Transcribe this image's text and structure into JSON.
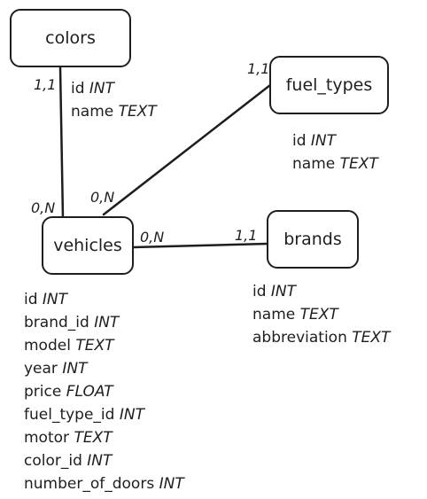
{
  "diagram": {
    "entities": {
      "colors": {
        "label": "colors",
        "attributes": [
          {
            "name": "id",
            "type": "INT"
          },
          {
            "name": "name",
            "type": "TEXT"
          }
        ]
      },
      "fuel_types": {
        "label": "fuel_types",
        "attributes": [
          {
            "name": "id",
            "type": "INT"
          },
          {
            "name": "name",
            "type": "TEXT"
          }
        ]
      },
      "vehicles": {
        "label": "vehicles",
        "attributes": [
          {
            "name": "id",
            "type": "INT"
          },
          {
            "name": "brand_id",
            "type": "INT"
          },
          {
            "name": "model",
            "type": "TEXT"
          },
          {
            "name": "year",
            "type": "INT"
          },
          {
            "name": "price",
            "type": "FLOAT"
          },
          {
            "name": "fuel_type_id",
            "type": "INT"
          },
          {
            "name": "motor",
            "type": "TEXT"
          },
          {
            "name": "color_id",
            "type": "INT"
          },
          {
            "name": "number_of_doors",
            "type": "INT"
          }
        ]
      },
      "brands": {
        "label": "brands",
        "attributes": [
          {
            "name": "id",
            "type": "INT"
          },
          {
            "name": "name",
            "type": "TEXT"
          },
          {
            "name": "abbreviation",
            "type": "TEXT"
          }
        ]
      }
    },
    "relationships": {
      "colors_vehicles": {
        "from": "colors",
        "to": "vehicles",
        "from_card": "1,1",
        "to_card": "0,N"
      },
      "fuel_types_vehicles": {
        "from": "fuel_types",
        "to": "vehicles",
        "from_card": "1,1",
        "to_card": "0,N"
      },
      "brands_vehicles": {
        "from": "brands",
        "to": "vehicles",
        "from_card": "1,1",
        "to_card": "0,N"
      }
    },
    "colors": {
      "stroke": "#1e1e1e",
      "background": "#ffffff"
    }
  }
}
